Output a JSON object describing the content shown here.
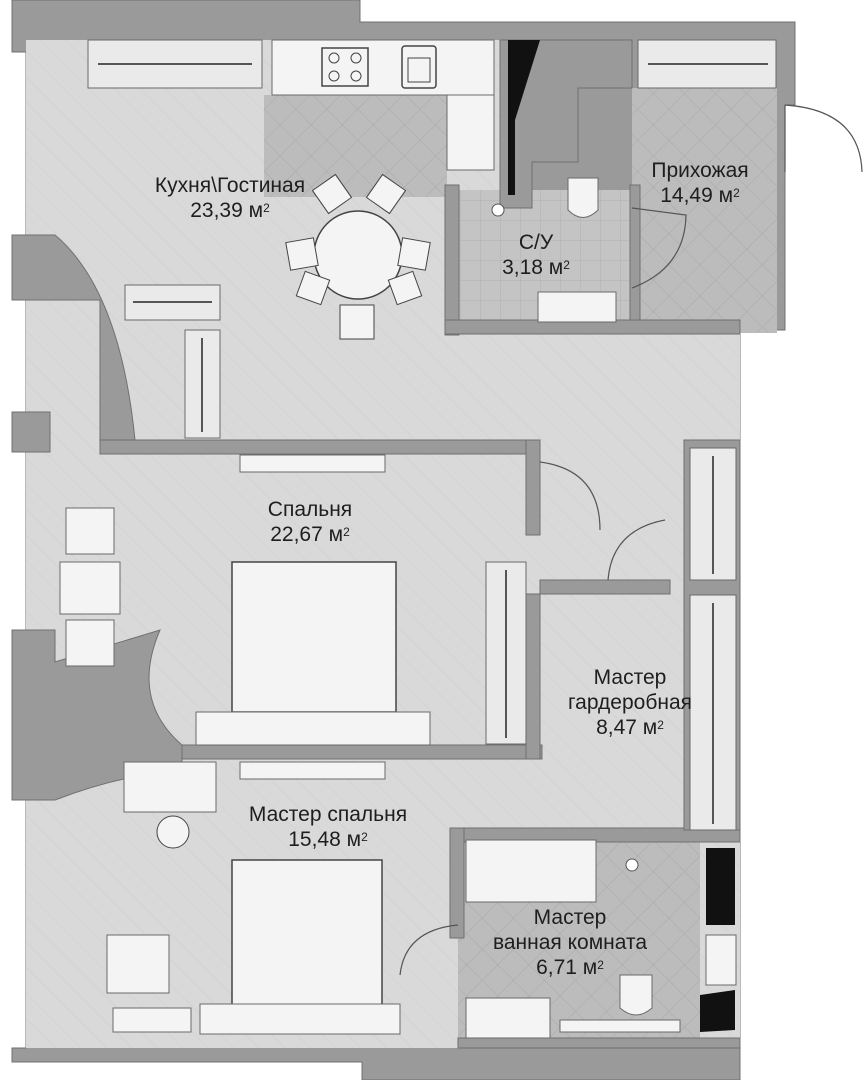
{
  "rooms": {
    "kitchen": {
      "name": "Кухня\\Гостиная",
      "area": "23,39 м",
      "unit_exp": "2"
    },
    "hallway": {
      "name": "Прихожая",
      "area": "14,49 м",
      "unit_exp": "2"
    },
    "wc": {
      "name": "С/У",
      "area": "3,18 м",
      "unit_exp": "2"
    },
    "bedroom": {
      "name": "Спальня",
      "area": "22,67 м",
      "unit_exp": "2"
    },
    "wardrobe": {
      "name_line1": "Мастер",
      "name_line2": "гардеробная",
      "area": "8,47 м",
      "unit_exp": "2"
    },
    "master_bedroom": {
      "name": "Мастер спальня",
      "area": "15,48 м",
      "unit_exp": "2"
    },
    "master_bath": {
      "name_line1": "Мастер",
      "name_line2": "ванная комната",
      "area": "6,71 м",
      "unit_exp": "2"
    }
  },
  "colors": {
    "wall": "#9a9a9a",
    "wall_stroke": "#707070",
    "floor": "#d9d9d9",
    "tile": "#bdbdbd",
    "furniture": "#f4f4f4",
    "furniture_stroke": "#6a6a6a",
    "text": "#1e1e1e"
  }
}
